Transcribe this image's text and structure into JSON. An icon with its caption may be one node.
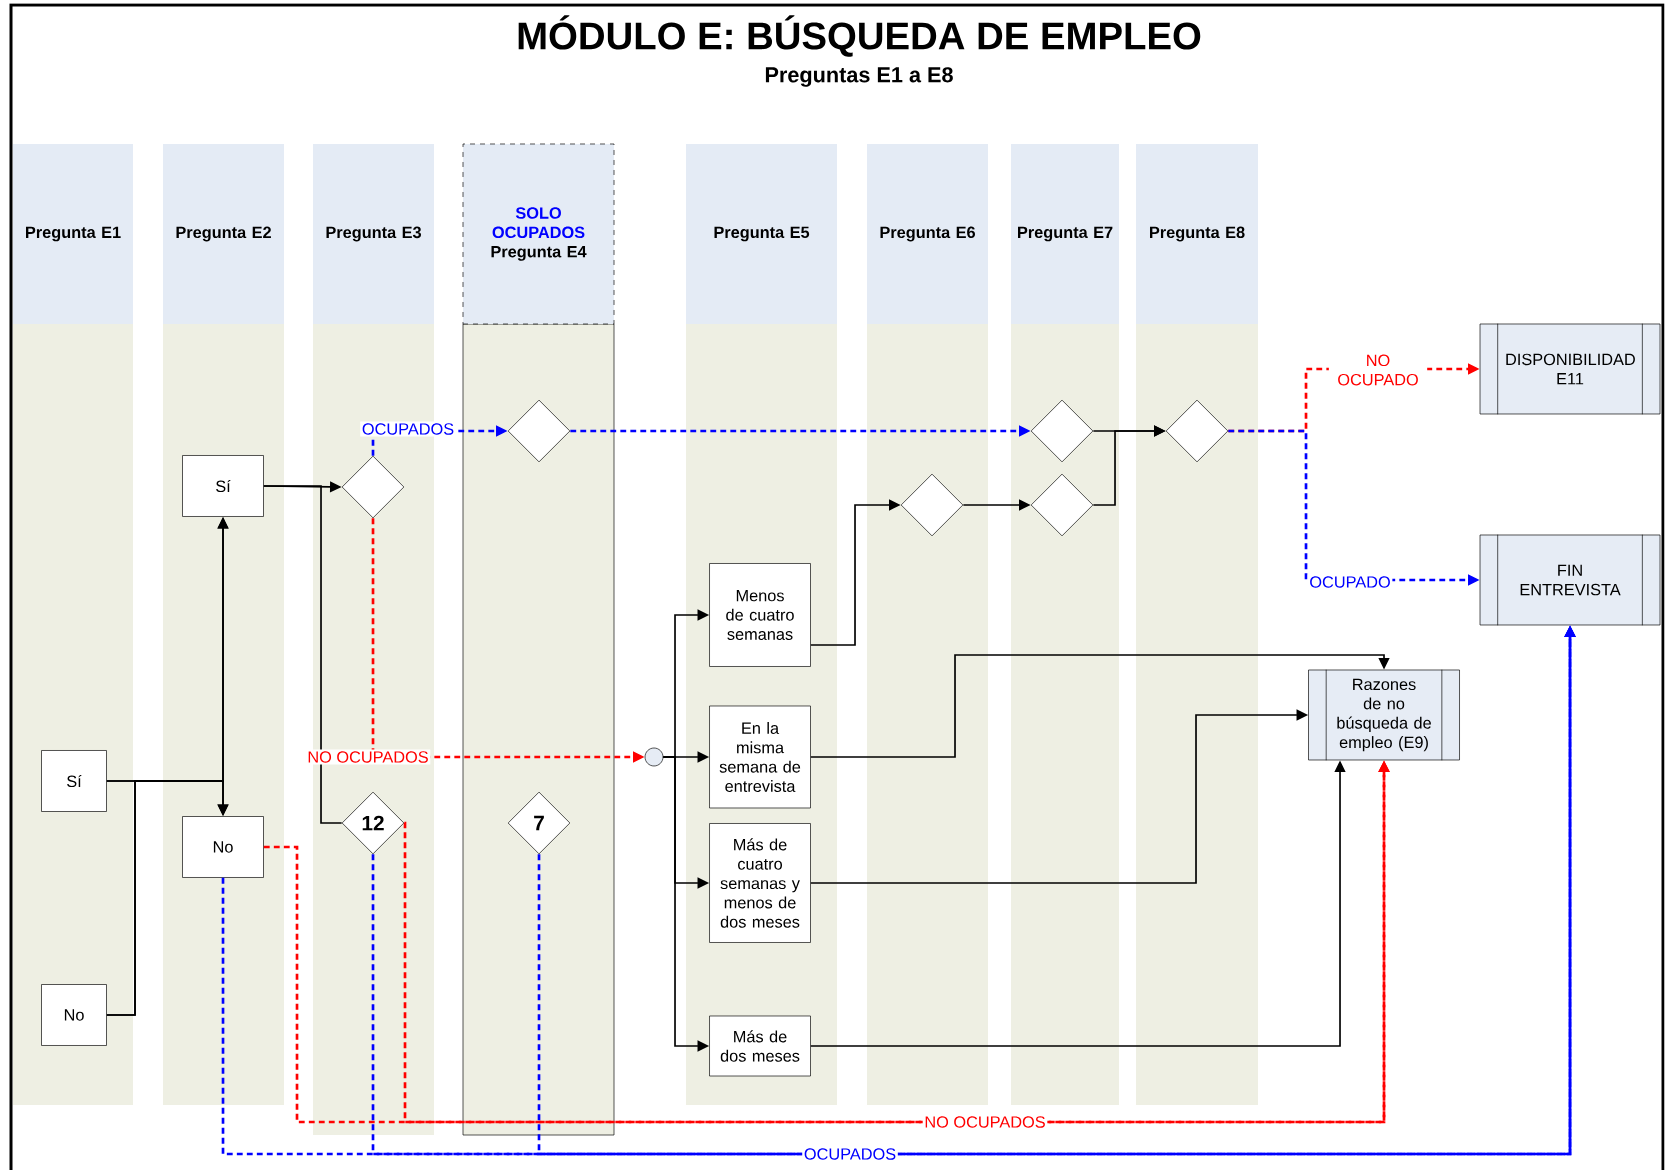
{
  "diagram": {
    "title": "MÓDULO E: BÚSQUEDA DE EMPLEO",
    "nodes": [
      {
        "text": [
          "Pregunta E1"
        ]
      },
      {
        "text": [
          "Pregunta E2"
        ]
      },
      {
        "text": [
          "Pregunta E3"
        ]
      },
      {
        "text": [
          "SOLO OCUPADOS",
          "Pregunta E4"
        ]
      },
      {
        "text": [
          "Pregunta E5"
        ]
      },
      {
        "text": [
          "Pregunta E6"
        ]
      },
      {
        "text": [
          "Pregunta E7"
        ]
      },
      {
        "text": [
          "Pregunta E8"
        ]
      },
      {
        "text": [
          "Sí"
        ]
      },
      {
        "text": [
          "No"
        ]
      },
      {
        "text": [
          "Sí"
        ]
      },
      {
        "text": [
          "No"
        ]
      },
      {
        "text": [],
        "shape": "diamond"
      },
      {
        "text": [],
        "shape": "diamond"
      },
      {
        "text": [
          "12"
        ]
      },
      {
        "text": [
          "7"
        ]
      },
      {
        "text": [],
        "shape": "circle"
      },
      {
        "text": [
          "Menos de cuatro semanas"
        ]
      },
      {
        "text": [
          "En la misma semana de entrevista"
        ]
      },
      {
        "text": [
          "Más de cuatro semanas y menos de dos meses"
        ]
      },
      {
        "text": [
          "Más de dos meses"
        ]
      },
      {
        "text": [],
        "shape": "diamond"
      },
      {
        "text": [],
        "shape": "diamond"
      },
      {
        "text": [],
        "shape": "diamond"
      },
      {
        "text": [],
        "shape": "diamond"
      },
      {
        "text": [
          "DISPONIBILIDAD E11"
        ]
      },
      {
        "text": [
          "FIN ENTREVISTA"
        ]
      },
      {
        "text": [
          "Razones de no búsqueda de empleo (E9)"
        ]
      }
    ],
    "edges": [
      {
        "from": 8,
        "to": 10,
        "arrow": "to"
      },
      {
        "from": 8,
        "to": 11,
        "arrow": "to"
      },
      {
        "from": 9,
        "to": 10,
        "arrow": "to"
      },
      {
        "from": 9,
        "to": 11,
        "arrow": "to"
      },
      {
        "from": 10,
        "to": 12,
        "arrow": "to"
      },
      {
        "from": 10,
        "to": 14,
        "arrow": "none"
      },
      {
        "from": 12,
        "to": 13,
        "arrow": "to",
        "label": "OCUPADOS",
        "style": "dashed",
        "color": "#0000ff"
      },
      {
        "from": 12,
        "to": 16,
        "arrow": "to",
        "label": "NO OCUPADOS",
        "style": "dashed",
        "color": "#ff0000"
      },
      {
        "from": 13,
        "to": 23,
        "arrow": "to",
        "style": "dashed",
        "color": "#0000ff"
      },
      {
        "from": 16,
        "to": 17,
        "arrow": "to"
      },
      {
        "from": 16,
        "to": 18,
        "arrow": "to"
      },
      {
        "from": 16,
        "to": 19,
        "arrow": "to"
      },
      {
        "from": 16,
        "to": 20,
        "arrow": "to"
      },
      {
        "from": 17,
        "to": 21,
        "arrow": "to"
      },
      {
        "from": 21,
        "to": 22,
        "arrow": "to"
      },
      {
        "from": 22,
        "to": 24,
        "arrow": "to"
      },
      {
        "from": 23,
        "to": 24,
        "arrow": "to"
      },
      {
        "from": 24,
        "to": 25,
        "arrow": "to",
        "label": "NO OCUPADO",
        "style": "dashed",
        "color": "#ff0000"
      },
      {
        "from": 24,
        "to": 26,
        "arrow": "to",
        "label": "OCUPADO",
        "style": "dashed",
        "color": "#0000ff"
      },
      {
        "from": 18,
        "to": 27,
        "arrow": "to"
      },
      {
        "from": 19,
        "to": 27,
        "arrow": "to"
      },
      {
        "from": 20,
        "to": 27,
        "arrow": "to"
      },
      {
        "from": 11,
        "to": 27,
        "arrow": "to",
        "label": "NO OCUPADOS",
        "style": "dashed",
        "color": "#ff0000"
      },
      {
        "from": 14,
        "to": 27,
        "arrow": "to",
        "style": "dashed",
        "color": "#ff0000"
      },
      {
        "from": 11,
        "to": 26,
        "arrow": "to",
        "label": "OCUPADOS",
        "style": "dashed",
        "color": "#0000ff"
      },
      {
        "from": 14,
        "to": 26,
        "arrow": "to",
        "style": "dashed",
        "color": "#0000ff"
      },
      {
        "from": 15,
        "to": 26,
        "arrow": "to",
        "style": "dashed",
        "color": "#0000ff"
      }
    ],
    "labels": [
      "Preguntas E1 a E8"
    ]
  }
}
